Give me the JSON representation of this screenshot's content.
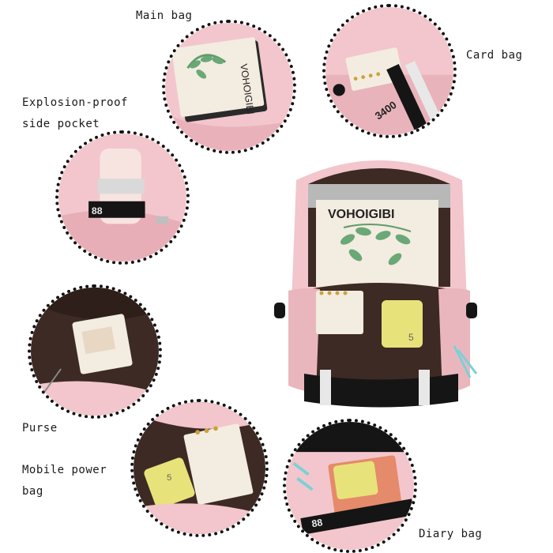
{
  "labels": {
    "main_bag": "Main bag",
    "card_bag": "Card bag",
    "side_pocket_line1": "Explosion-proof",
    "side_pocket_line2": "side pocket",
    "purse": "Purse",
    "mobile_power_line1": "Mobile power",
    "mobile_power_line2": "bag",
    "diary_bag": "Diary bag"
  },
  "product_prints": {
    "notebook_brand": "VOHOIGIBI",
    "strap_text": "3400",
    "power_bank_mark": "5"
  },
  "colors": {
    "bag_pink": "#f2c6cc",
    "lining_brown": "#3d2a24",
    "power_bank_yellow": "#e8e27a",
    "notebook_cream": "#f3ece0",
    "strap_black": "#151515",
    "leaf_green": "#5f9c6a"
  }
}
